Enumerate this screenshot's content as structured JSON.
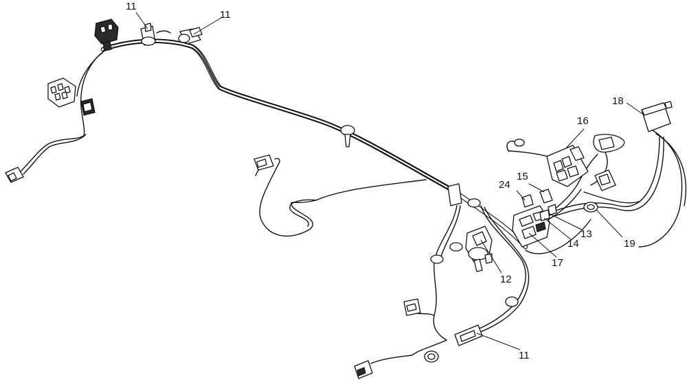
{
  "diagram": {
    "callouts": [
      {
        "id": "c11a",
        "text": "11"
      },
      {
        "id": "c11b",
        "text": "11"
      },
      {
        "id": "c11c",
        "text": "11"
      },
      {
        "id": "c12",
        "text": "12"
      },
      {
        "id": "c13",
        "text": "13"
      },
      {
        "id": "c14",
        "text": "14"
      },
      {
        "id": "c15",
        "text": "15"
      },
      {
        "id": "c16",
        "text": "16"
      },
      {
        "id": "c17",
        "text": "17"
      },
      {
        "id": "c18",
        "text": "18"
      },
      {
        "id": "c19",
        "text": "19"
      },
      {
        "id": "c24",
        "text": "24"
      }
    ]
  }
}
